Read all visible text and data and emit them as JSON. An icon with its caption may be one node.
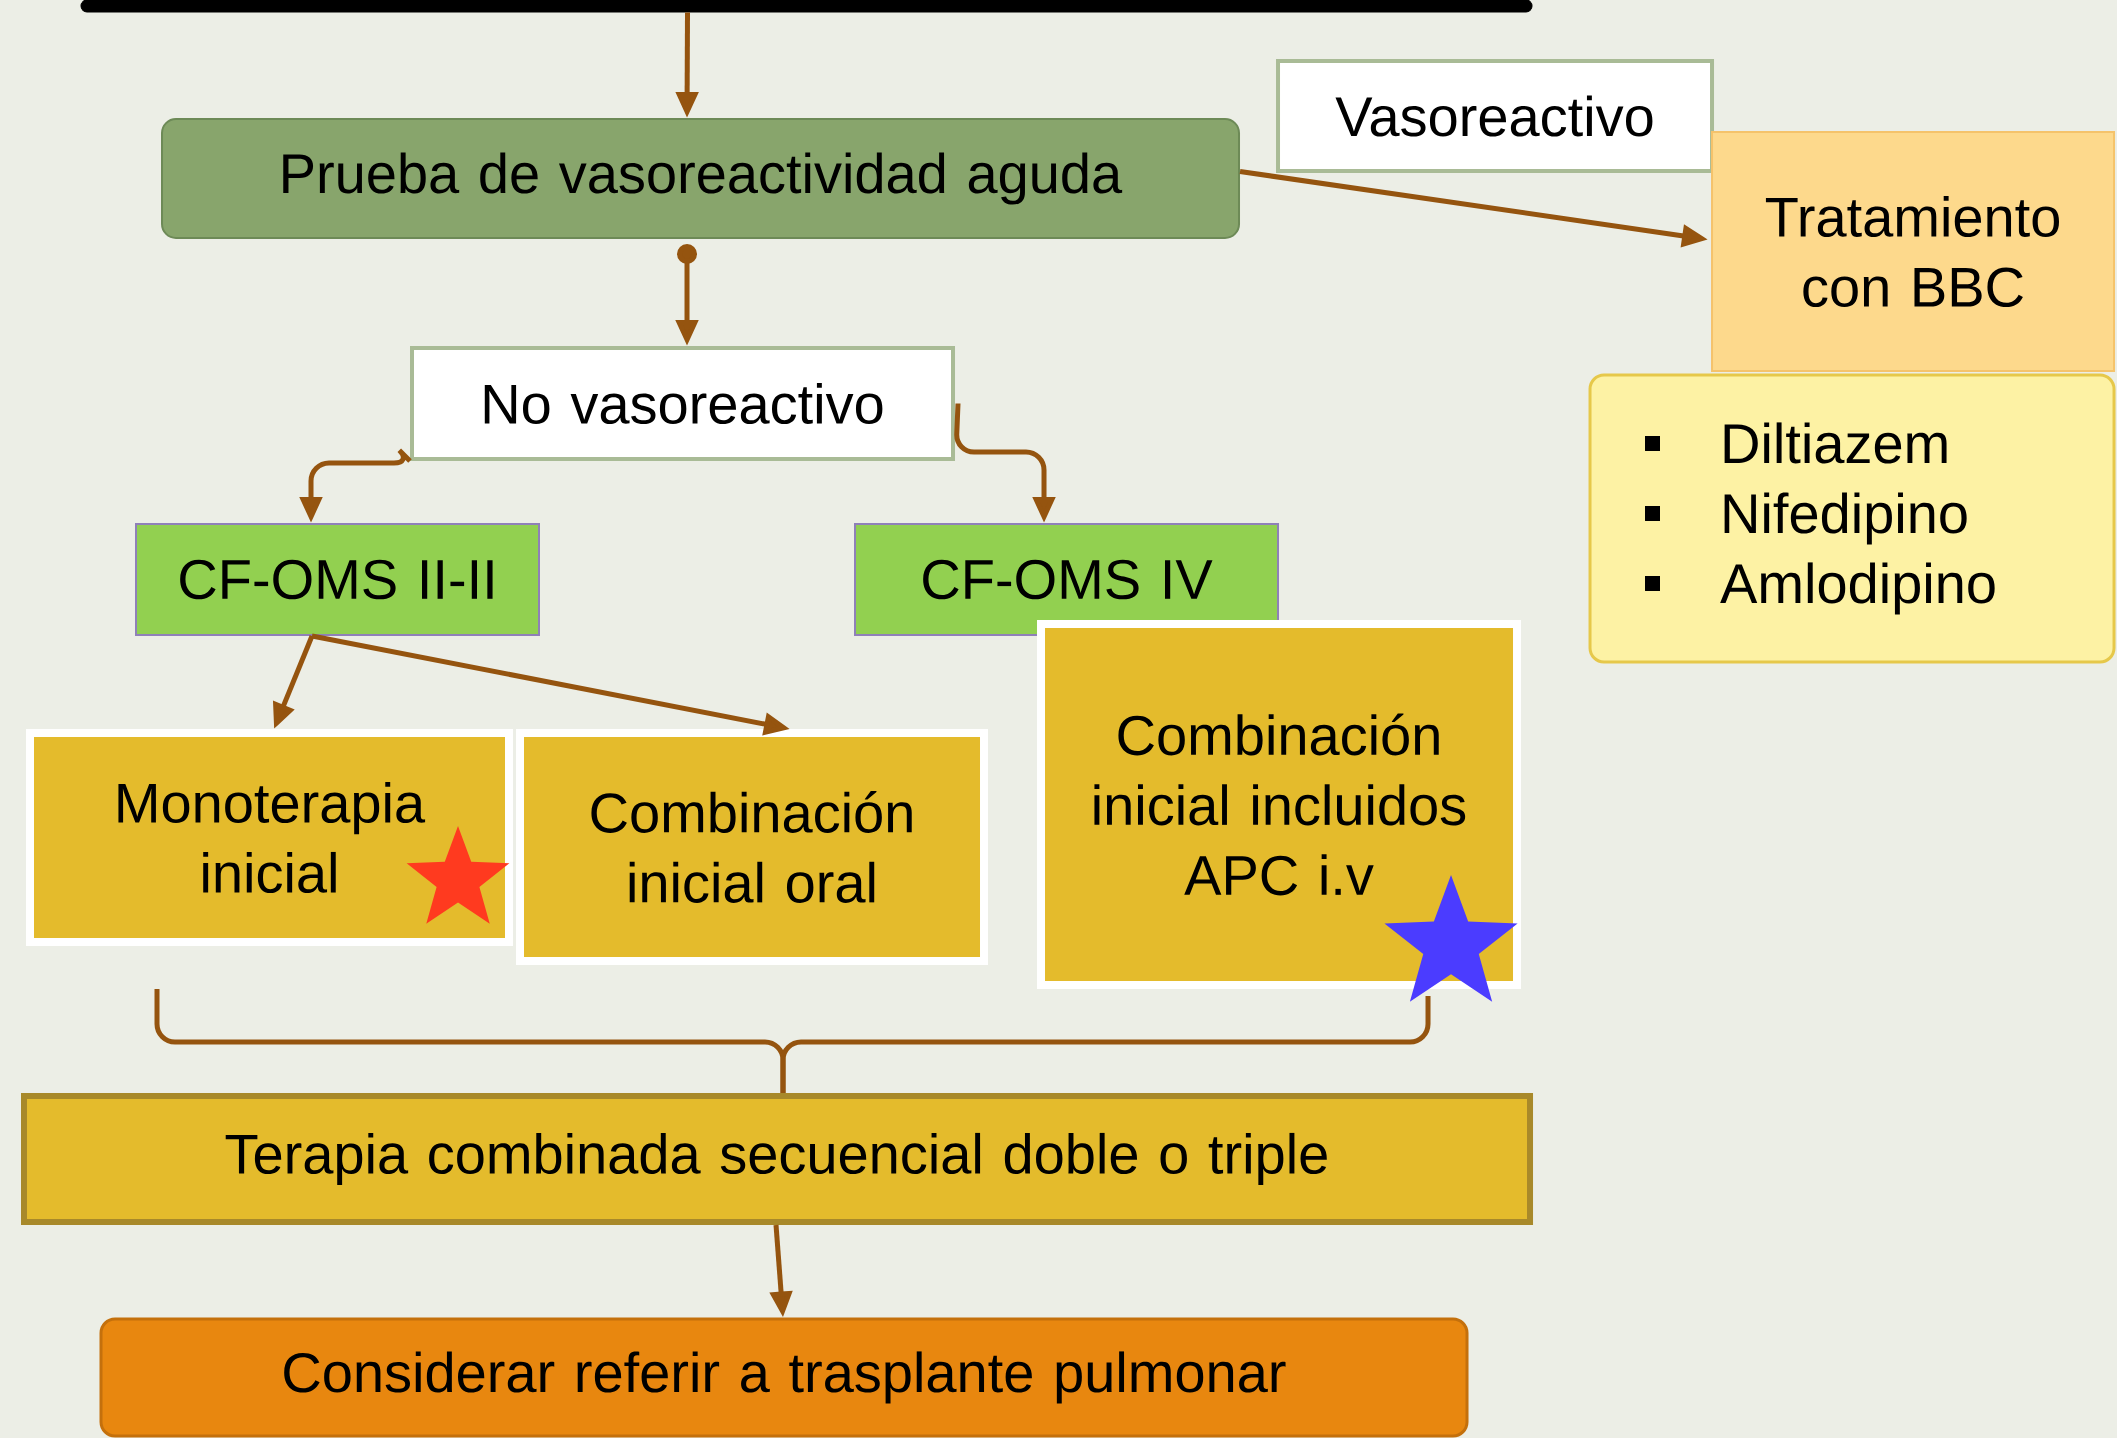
{
  "diagram": {
    "nodes": [
      {
        "text": [],
        "shape": "box"
      },
      {
        "text": [
          "Prueba de vasoreactividad aguda"
        ]
      },
      {
        "text": [
          "Vasoreactivo"
        ]
      },
      {
        "text": [
          "Tratamiento con BBC"
        ]
      },
      {
        "text": [
          "Diltiazem",
          "Nifedipino",
          "Amlodipino"
        ]
      },
      {
        "text": [
          "No vasoreactivo"
        ]
      },
      {
        "text": [
          "CF-OMS II-II"
        ]
      },
      {
        "text": [
          "CF-OMS IV"
        ]
      },
      {
        "text": [
          "Monoterapia inicial"
        ]
      },
      {
        "text": [
          "Combinación inicial oral"
        ]
      },
      {
        "text": [
          "Combinación inicial incluidos APC i.v"
        ]
      },
      {
        "text": [
          "Terapia combinada secuencial doble o triple"
        ]
      },
      {
        "text": [
          "Considerar referir a trasplante pulmonar"
        ]
      }
    ],
    "edges": [
      {
        "from": 0,
        "to": 1,
        "arrow": "to"
      },
      {
        "from": 1,
        "to": 5,
        "arrow": "to"
      },
      {
        "from": 1,
        "to": 3,
        "arrow": "to"
      },
      {
        "from": 5,
        "to": 6,
        "arrow": "to"
      },
      {
        "from": 5,
        "to": 7,
        "arrow": "to"
      },
      {
        "from": 6,
        "to": 8,
        "arrow": "to"
      },
      {
        "from": 6,
        "to": 9,
        "arrow": "to"
      },
      {
        "from": 8,
        "to": 11,
        "arrow": "none"
      },
      {
        "from": 10,
        "to": 11,
        "arrow": "none"
      },
      {
        "from": 11,
        "to": 12,
        "arrow": "to"
      }
    ]
  }
}
